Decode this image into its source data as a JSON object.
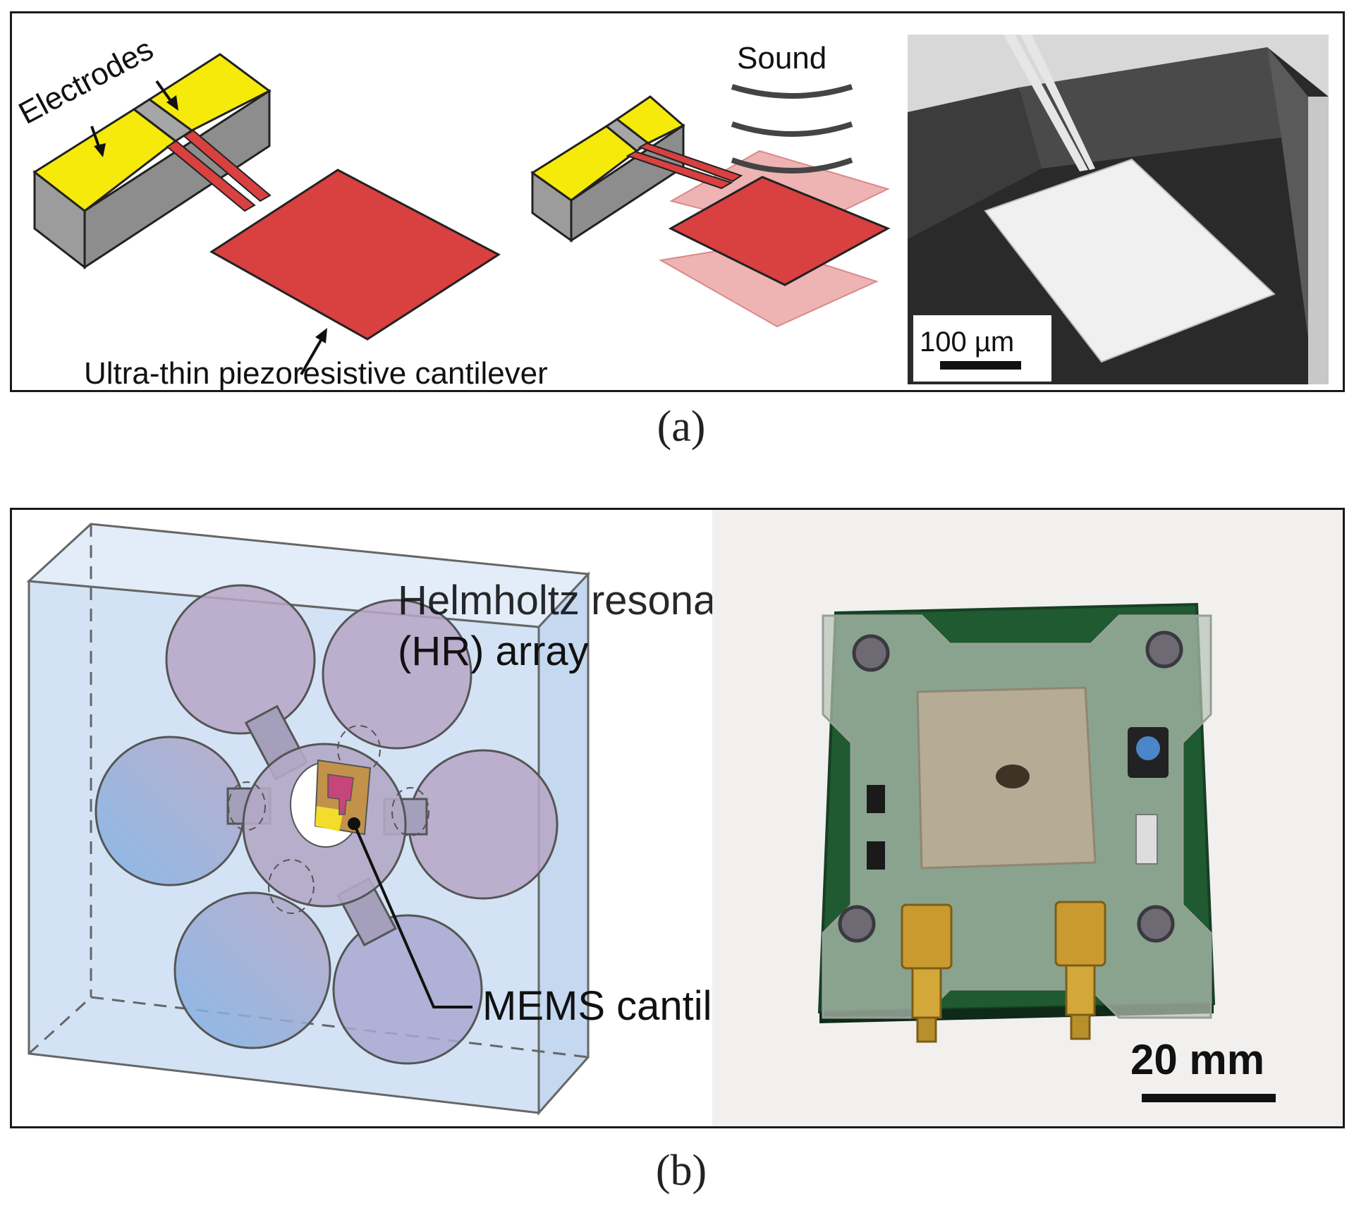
{
  "panel_a": {
    "electrodes_label": "Electrodes",
    "sound_label": "Sound",
    "cantilever_label": "Ultra-thin piezoresistive cantilever",
    "scale_bar_label": "100 µm",
    "caption": "(a)"
  },
  "panel_b": {
    "hr_label_line1": "Helmholtz resonator",
    "hr_label_line2": "(HR) array",
    "mems_label": "MEMS cantilever",
    "scale_bar_label": "20 mm",
    "caption": "(b)"
  },
  "colors": {
    "electrode_yellow": "#f6ea0a",
    "cantilever_red": "#d94040",
    "base_gray": "#a7a7a7",
    "resonator_box_blue": "#c9dcf2",
    "pcb_green": "#1f5a30"
  }
}
